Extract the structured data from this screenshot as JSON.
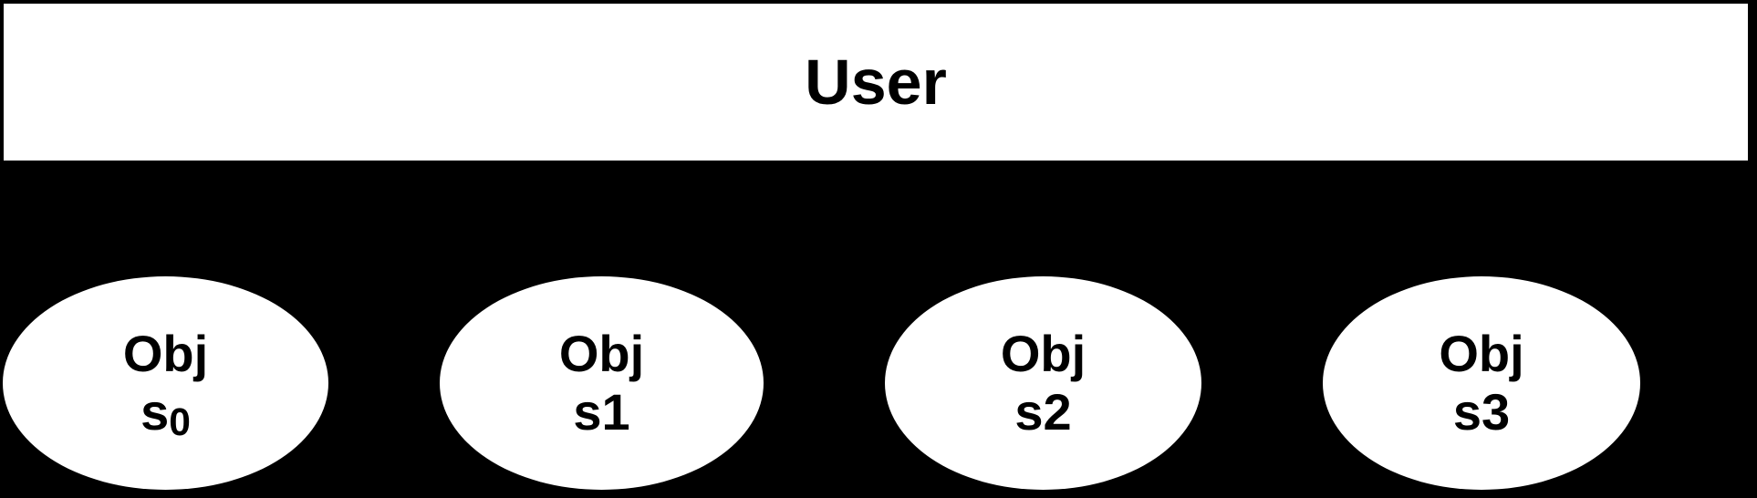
{
  "diagram": {
    "colors": {
      "background": "#000000",
      "node_fill": "#ffffff",
      "text": "#000000"
    },
    "user_box": {
      "label": "User"
    },
    "objects": [
      {
        "line1": "Obj",
        "state_base": "s",
        "state_suffix": "0",
        "subscript": true
      },
      {
        "line1": "Obj",
        "state_base": "s",
        "state_suffix": "1",
        "subscript": false
      },
      {
        "line1": "Obj",
        "state_base": "s",
        "state_suffix": "2",
        "subscript": false
      },
      {
        "line1": "Obj",
        "state_base": "s",
        "state_suffix": "3",
        "subscript": false
      }
    ]
  }
}
